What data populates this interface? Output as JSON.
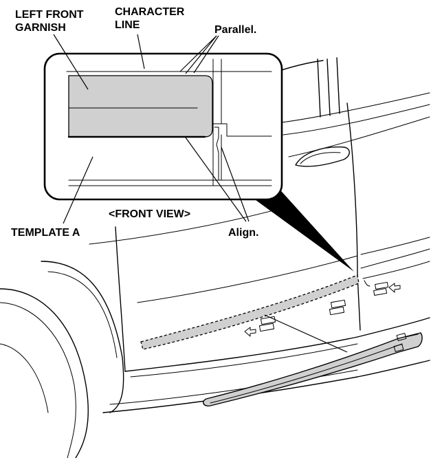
{
  "labels": {
    "left_front_garnish_line1": "LEFT FRONT",
    "left_front_garnish_line2": "GARNISH",
    "character_line_line1": "CHARACTER",
    "character_line_line2": "LINE",
    "parallel": "Parallel.",
    "front_view": "<FRONT VIEW>",
    "template_a": "TEMPLATE A",
    "align": "Align."
  },
  "colors": {
    "garnish_fill": "#d0d0d0",
    "line": "#000000",
    "background": "#ffffff"
  }
}
